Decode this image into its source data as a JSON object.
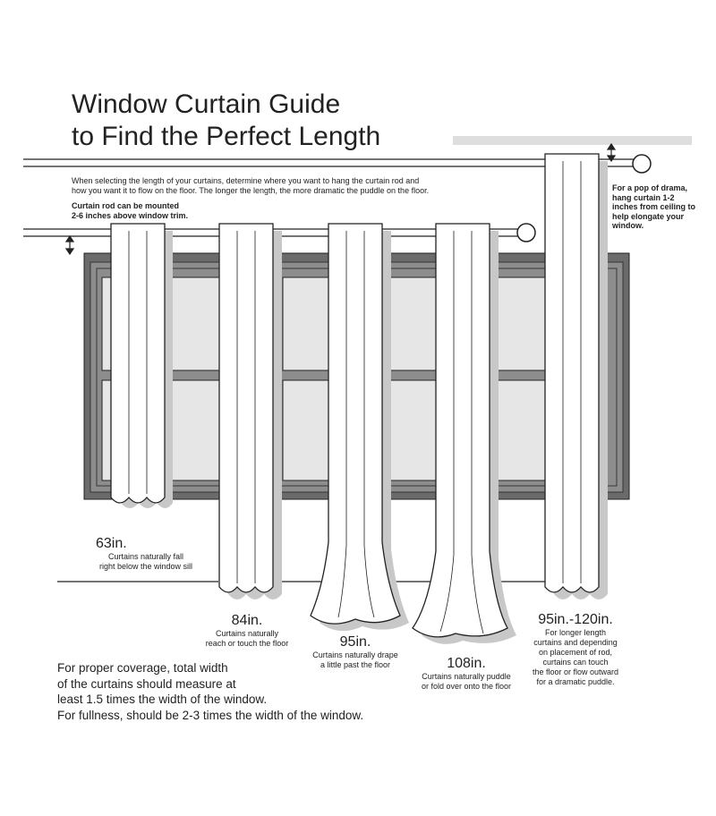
{
  "title": {
    "line1": "Window Curtain Guide",
    "line2": "to Find the Perfect Length"
  },
  "intro": {
    "line1": "When selecting the length of your curtains, determine where you want to hang the curtain rod and",
    "line2": "how you want it to flow on the floor. The longer the length, the more dramatic the puddle on the floor."
  },
  "notes": {
    "rod_mount": {
      "line1": "Curtain rod can be mounted",
      "line2": "2-6 inches above window trim."
    },
    "pop_of_drama": "For a pop of drama, hang curtain 1-2 inches from ceiling to help elongate your window."
  },
  "lengths": [
    {
      "value": "63in.",
      "desc1": "Curtains naturally fall",
      "desc2": "right below the window sill"
    },
    {
      "value": "84in.",
      "desc1": "Curtains naturally",
      "desc2": "reach or touch the floor"
    },
    {
      "value": "95in.",
      "desc1": "Curtains naturally drape",
      "desc2": "a little past the floor"
    },
    {
      "value": "108in.",
      "desc1": "Curtains naturally puddle",
      "desc2": "or fold over onto the floor"
    },
    {
      "value": "95in.-120in.",
      "desc1": "For longer length",
      "desc2": "curtains and depending",
      "desc3": "on placement of rod,",
      "desc4": "curtains can touch",
      "desc5": "the floor or flow outward",
      "desc6": "for a dramatic puddle."
    }
  ],
  "footer": {
    "line1": "For proper coverage, total width",
    "line2": "of the curtains should measure at",
    "line3": "least 1.5 times the width of the window.",
    "line4": "For fullness, should be 2-3 times the width of the window."
  },
  "colors": {
    "ink": "#222222",
    "frame": "#6b6b6b",
    "glass": "#e6e6e6",
    "shadow": "#c8c8c8",
    "ceiling": "#dedede"
  }
}
